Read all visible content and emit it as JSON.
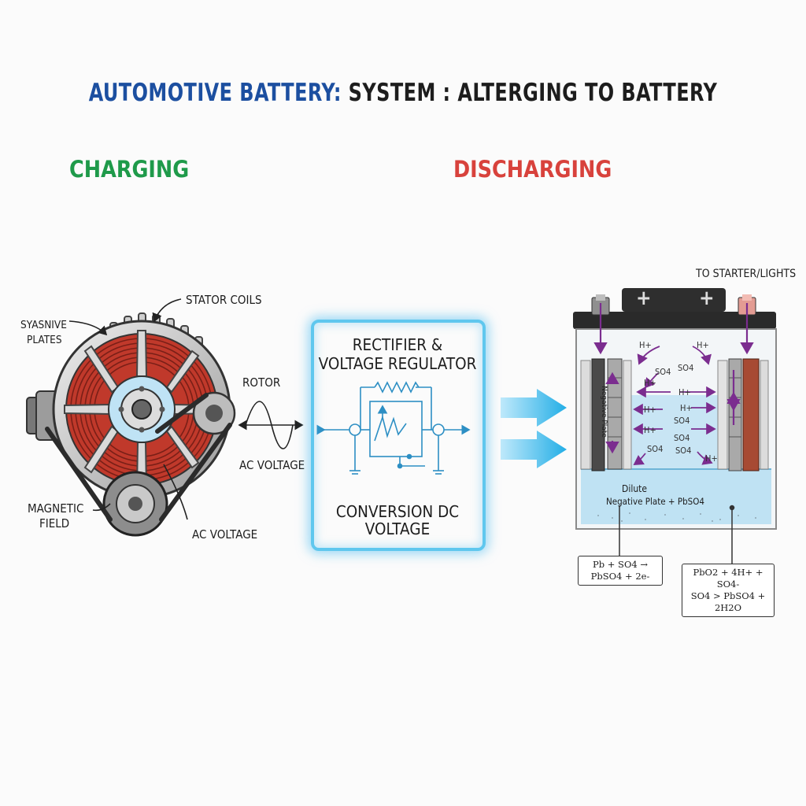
{
  "title_part1": "AUTOMOTIVE BATTERY:",
  "title_part2": "SYSTEM : ALTERGING TO BATTERY",
  "charging": "CHARGING",
  "discharging": "DISCHARGING",
  "alternator": {
    "stator_coils": "STATOR COILS",
    "sysnive_plates_1": "SYASNIVE",
    "sysnive_plates_2": "PLATES",
    "rotor": "ROTOR",
    "ac_voltage_1": "AC VOLTAGE",
    "magnetic_field_1": "MAGNETIC",
    "magnetic_field_2": "FIELD",
    "ac_voltage_2": "AC VOLTAGE"
  },
  "rectifier": {
    "title_1": "RECTIFIER &",
    "title_2": "VOLTAGE REGULATOR",
    "bottom_1": "CONVERSION DC",
    "bottom_2": "VOLTAGE"
  },
  "battery": {
    "to_starter": "TO STARTER/LIGHTS",
    "plus_1": "+",
    "plus_2": "+",
    "dilute": "Dilute",
    "negative_plate": "Negative Plate + PbSO4",
    "plate_text": "Negative Plate",
    "ions": [
      "H+",
      "H+",
      "H+",
      "SO4",
      "SO4",
      "H+",
      "H+",
      "H+",
      "H+",
      "SO4",
      "SO4",
      "SO4",
      "SO4",
      "H+"
    ],
    "eq1_line1": "Pb + SO4 →",
    "eq1_line2": "PbSO4 + 2e-",
    "eq2_line1": "PbO2 + 4H+ + SO4-",
    "eq2_line2": "SO4 > PbSO4 + 2H2O"
  },
  "colors": {
    "blue": "#1c4fa0",
    "green": "#1f9a4a",
    "red": "#d8423c",
    "cyan": "#2fb6e6",
    "purple": "#7b2d8f",
    "copper": "#c0392b"
  }
}
